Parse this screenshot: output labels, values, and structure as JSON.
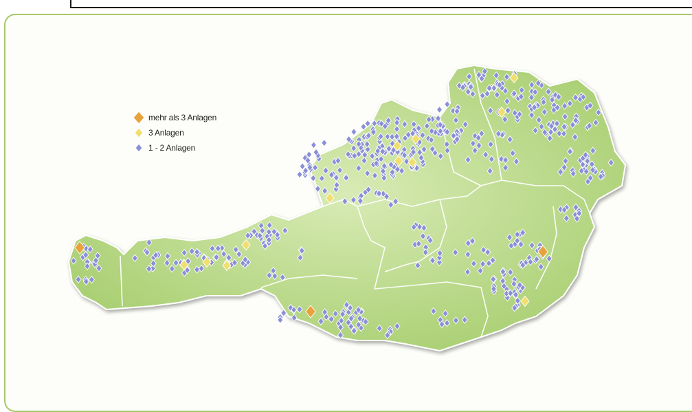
{
  "legend": {
    "items": [
      {
        "label": "mehr als 3 Anlagen",
        "color": "#e8a23c",
        "size": "large"
      },
      {
        "label": "3 Anlagen",
        "color": "#f0df6e",
        "size": "medium"
      },
      {
        "label": "1 - 2 Anlagen",
        "color": "#8a8fd6",
        "size": "small"
      }
    ]
  },
  "colors": {
    "map_fill": "#b9d98a",
    "border": "#ffffff",
    "frame": "#a8c86a"
  },
  "markers": {
    "orange": [
      [
        116,
        360
      ],
      [
        452,
        453
      ],
      [
        790,
        366
      ]
    ],
    "yellow": [
      [
        268,
        385
      ],
      [
        301,
        381
      ],
      [
        330,
        386
      ],
      [
        358,
        356
      ],
      [
        480,
        288
      ],
      [
        578,
        212
      ],
      [
        605,
        202
      ],
      [
        580,
        234
      ],
      [
        600,
        236
      ],
      [
        730,
        163
      ],
      [
        748,
        113
      ],
      [
        764,
        438
      ]
    ],
    "purple_clusters": [
      [
        470,
        240,
        40,
        40,
        35
      ],
      [
        565,
        215,
        60,
        45,
        110
      ],
      [
        650,
        190,
        30,
        40,
        40
      ],
      [
        700,
        120,
        35,
        20,
        25
      ],
      [
        750,
        140,
        55,
        35,
        35
      ],
      [
        820,
        170,
        55,
        35,
        45
      ],
      [
        850,
        240,
        40,
        25,
        30
      ],
      [
        720,
        220,
        45,
        30,
        20
      ],
      [
        540,
        290,
        40,
        15,
        14
      ],
      [
        390,
        340,
        30,
        18,
        22
      ],
      [
        330,
        375,
        35,
        18,
        20
      ],
      [
        270,
        380,
        30,
        18,
        18
      ],
      [
        215,
        370,
        20,
        22,
        10
      ],
      [
        125,
        385,
        20,
        28,
        18
      ],
      [
        500,
        465,
        35,
        25,
        30
      ],
      [
        420,
        455,
        20,
        15,
        8
      ],
      [
        740,
        420,
        30,
        30,
        30
      ],
      [
        780,
        380,
        25,
        25,
        15
      ],
      [
        620,
        370,
        25,
        25,
        12
      ],
      [
        690,
        375,
        30,
        25,
        12
      ],
      [
        750,
        340,
        15,
        20,
        8
      ],
      [
        650,
        460,
        30,
        15,
        7
      ],
      [
        560,
        480,
        20,
        15,
        6
      ],
      [
        820,
        310,
        25,
        20,
        10
      ],
      [
        610,
        330,
        15,
        15,
        5
      ],
      [
        440,
        370,
        10,
        10,
        3
      ],
      [
        400,
        400,
        15,
        10,
        4
      ]
    ]
  }
}
